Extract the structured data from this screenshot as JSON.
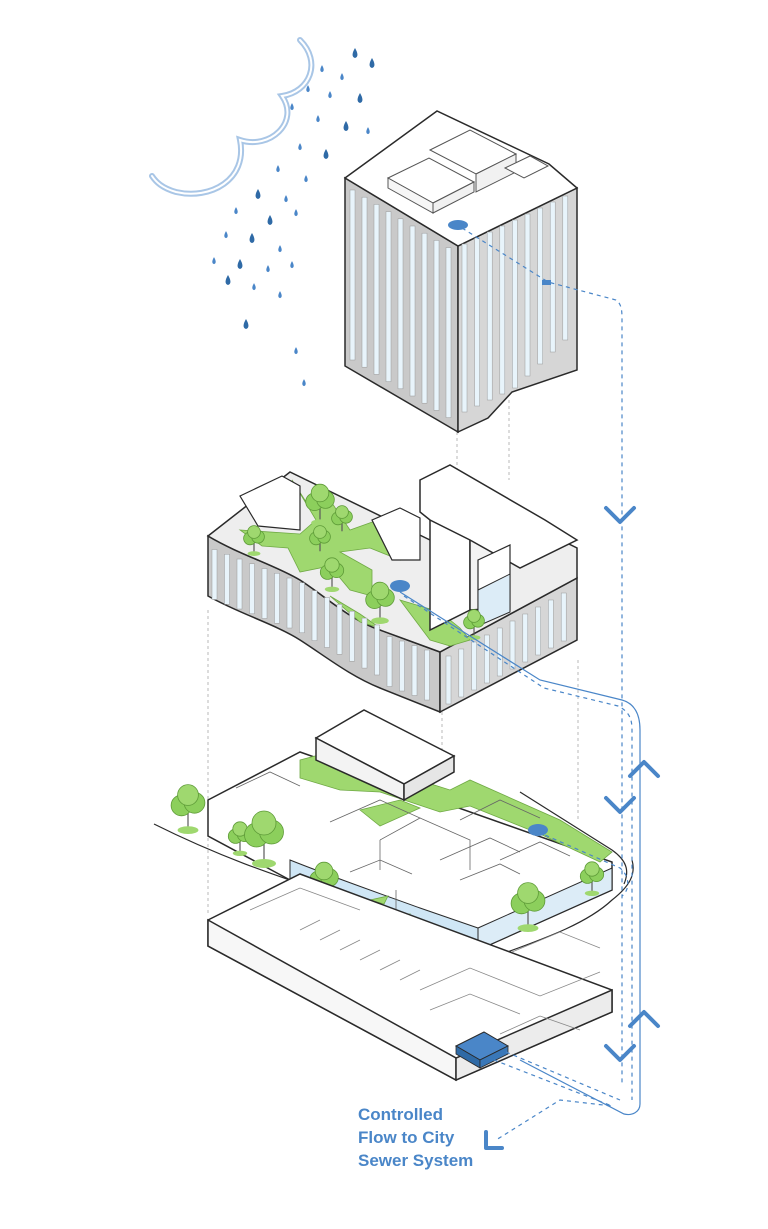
{
  "colors": {
    "water": "#4a86c8",
    "water_light": "#a9c6e6",
    "green": "#9fd86f",
    "tree": "#8ccf5c",
    "facade": "#c9c9c9",
    "window": "#e8f4fb",
    "outline": "#2a2a2a",
    "roof": "#ffffff",
    "glass": "#cfe6f5"
  },
  "label": {
    "line1": "Controlled",
    "line2": "Flow to City",
    "line3": "Sewer System"
  },
  "icons": {
    "cloud": "cloud-icon",
    "rain": "raindrop-icon",
    "arrow_down": "chevron-down-icon",
    "arrow_up": "chevron-up-icon"
  }
}
